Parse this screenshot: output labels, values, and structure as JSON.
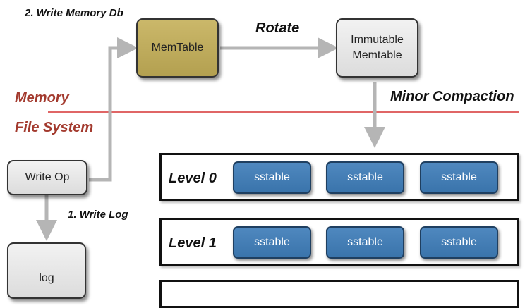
{
  "labels": {
    "write_memory_db": "2. Write Memory Db",
    "rotate": "Rotate",
    "memory": "Memory",
    "minor_compaction": "Minor Compaction",
    "file_system": "File System",
    "write_log": "1. Write Log"
  },
  "nodes": {
    "memtable": "MemTable",
    "immutable_line1": "Immutable",
    "immutable_line2": "Memtable",
    "write_op": "Write Op",
    "log": "log"
  },
  "levels": [
    {
      "label": "Level 0",
      "sstables": [
        "sstable",
        "sstable",
        "sstable"
      ]
    },
    {
      "label": "Level 1",
      "sstables": [
        "sstable",
        "sstable",
        "sstable"
      ]
    }
  ],
  "colors": {
    "divider": "#e06666",
    "region_label": "#a33a2e",
    "memtable_fill": "#bfac5e",
    "sstable_fill": "#4580b8",
    "arrow": "#b5b5b5"
  }
}
